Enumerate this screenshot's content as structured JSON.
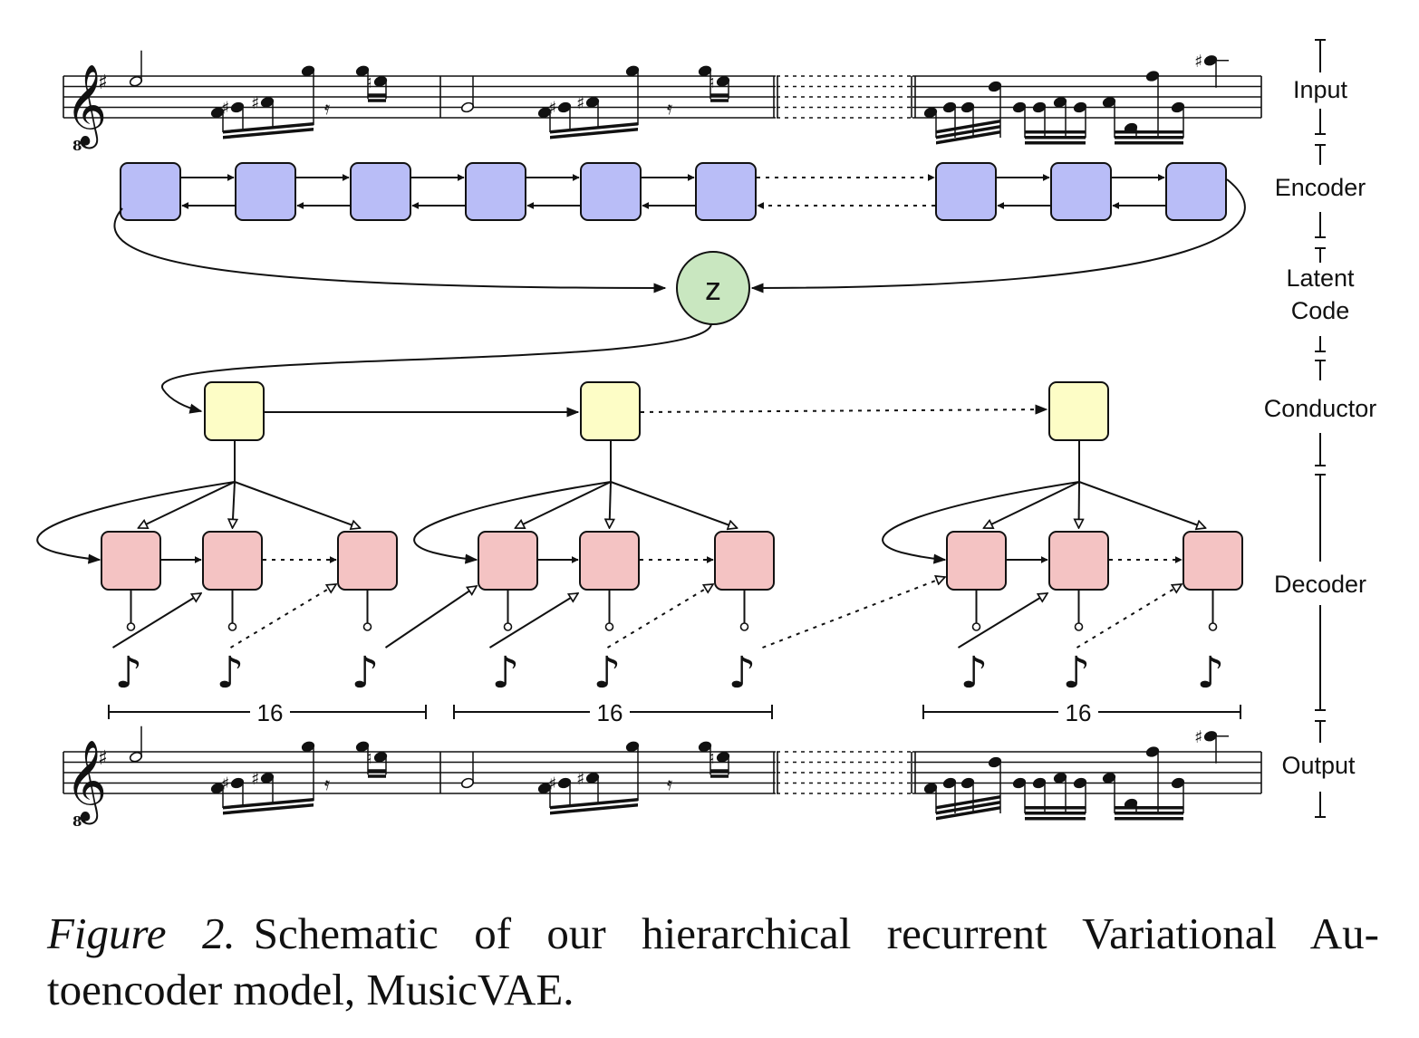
{
  "stage_labels": {
    "input": "Input",
    "encoder": "Encoder",
    "latent": [
      "Latent",
      "Code"
    ],
    "conductor": "Conductor",
    "decoder": "Decoder",
    "output": "Output"
  },
  "latent_symbol": "z",
  "span_labels": [
    "16",
    "16",
    "16"
  ],
  "caption": {
    "figure_label": "Figure 2.",
    "text": "Schematic of our hierarchical recurrent Variational Au-toencoder model, MusicVAE."
  },
  "colors": {
    "encoder": "#b9bdf7",
    "latent": "#c9e7c0",
    "conductor": "#fdfdc6",
    "decoder": "#f4c3c3",
    "stroke": "#111111"
  }
}
